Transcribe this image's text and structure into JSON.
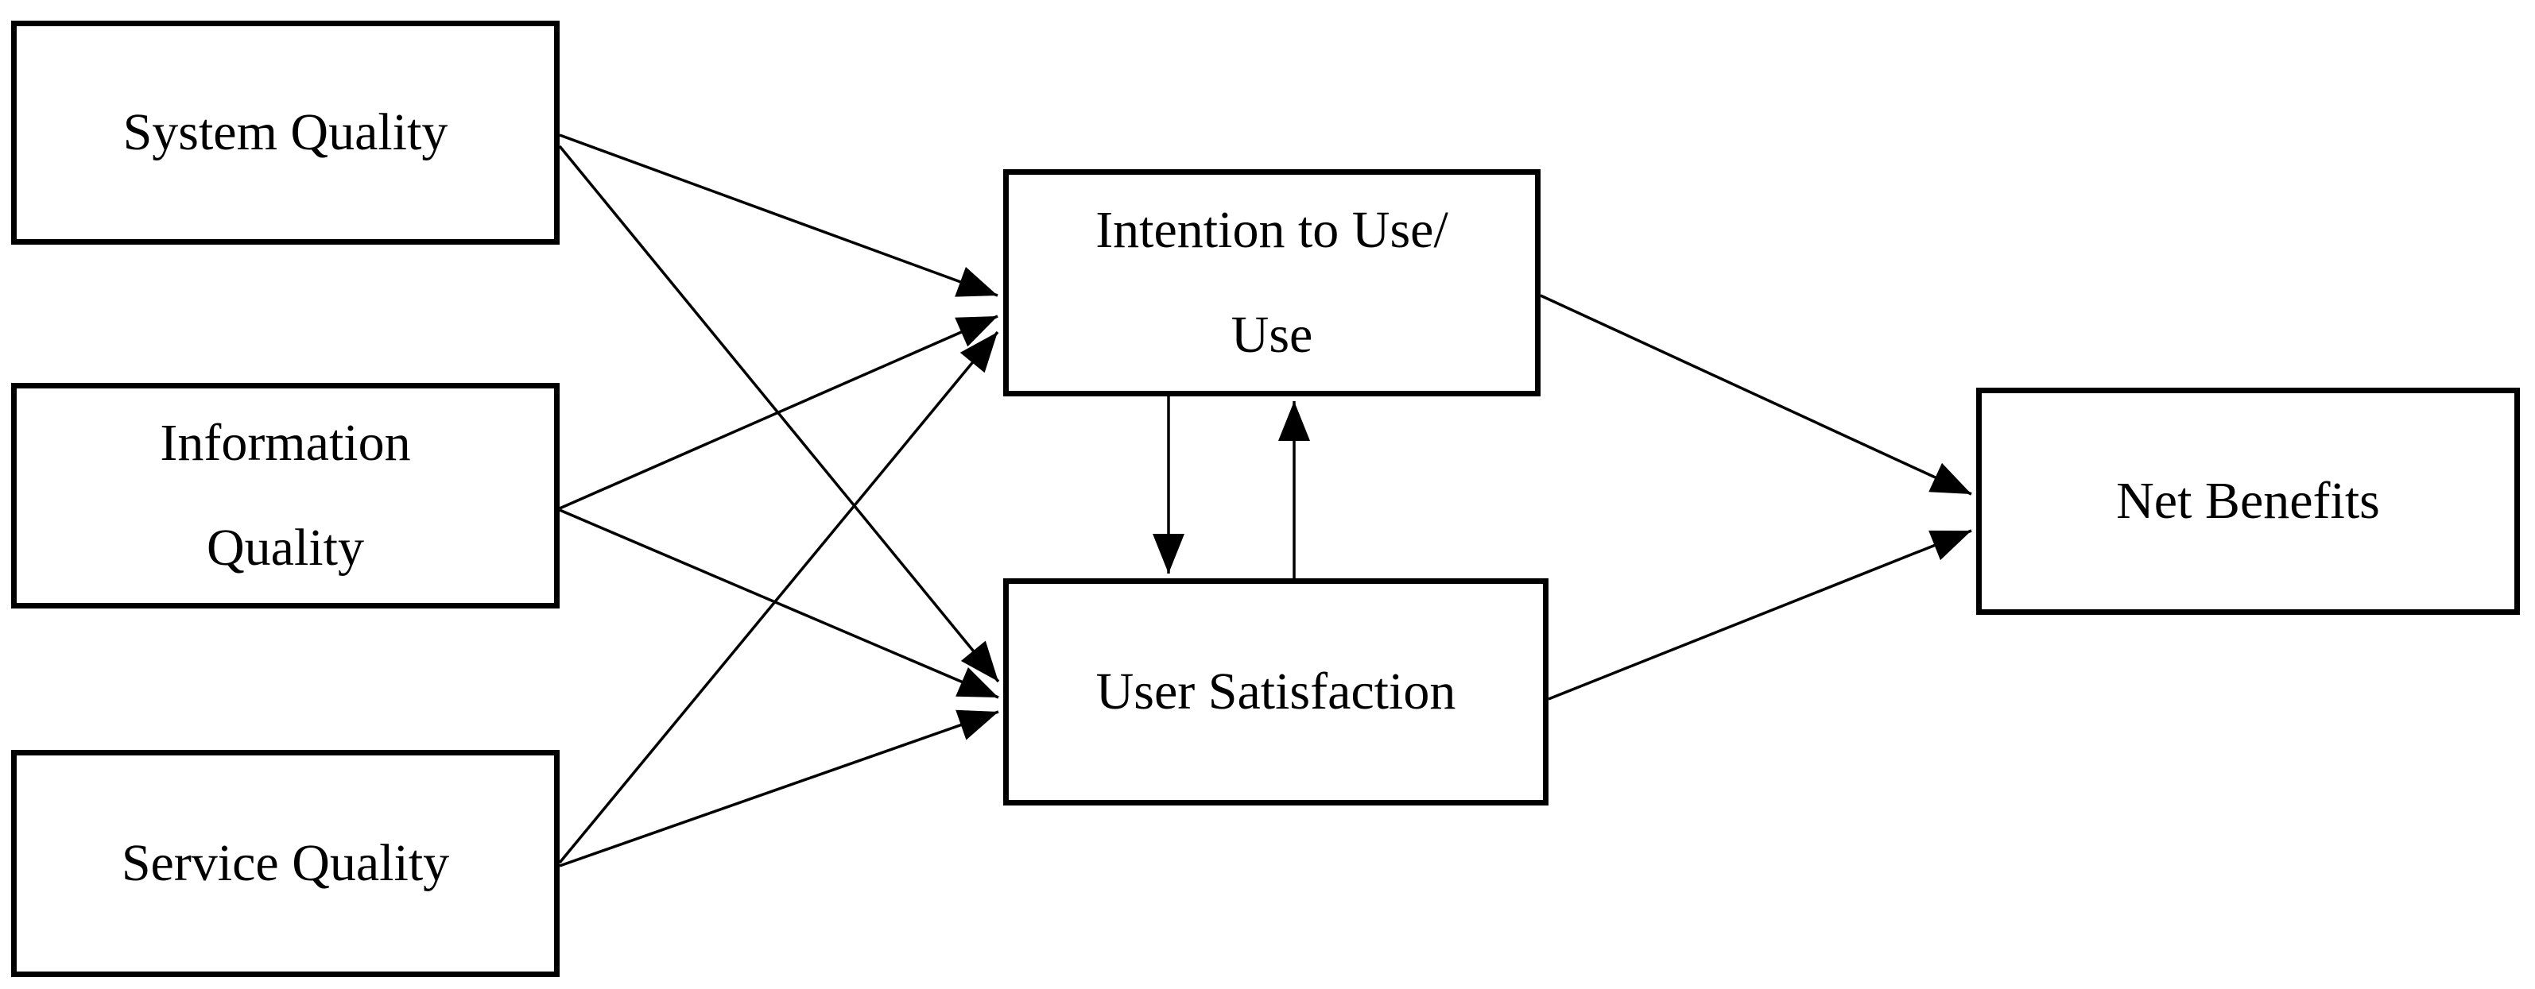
{
  "diagram": {
    "nodes": {
      "system_quality": {
        "label": "System Quality"
      },
      "information_quality": {
        "label": "Information\nQuality"
      },
      "service_quality": {
        "label": "Service Quality"
      },
      "intention_to_use": {
        "label": "Intention to Use/\nUse"
      },
      "user_satisfaction": {
        "label": "User Satisfaction"
      },
      "net_benefits": {
        "label": "Net Benefits"
      }
    },
    "edges": [
      {
        "from": "System Quality",
        "to": "Intention to Use/Use"
      },
      {
        "from": "System Quality",
        "to": "User Satisfaction"
      },
      {
        "from": "Information Quality",
        "to": "Intention to Use/Use"
      },
      {
        "from": "Information Quality",
        "to": "User Satisfaction"
      },
      {
        "from": "Service Quality",
        "to": "Intention to Use/Use"
      },
      {
        "from": "Service Quality",
        "to": "User Satisfaction"
      },
      {
        "from": "Intention to Use/Use",
        "to": "User Satisfaction"
      },
      {
        "from": "User Satisfaction",
        "to": "Intention to Use/Use"
      },
      {
        "from": "Intention to Use/Use",
        "to": "Net Benefits"
      },
      {
        "from": "User Satisfaction",
        "to": "Net Benefits"
      }
    ],
    "colors": {
      "line": "#000000",
      "background": "#ffffff",
      "text": "#000000"
    }
  }
}
